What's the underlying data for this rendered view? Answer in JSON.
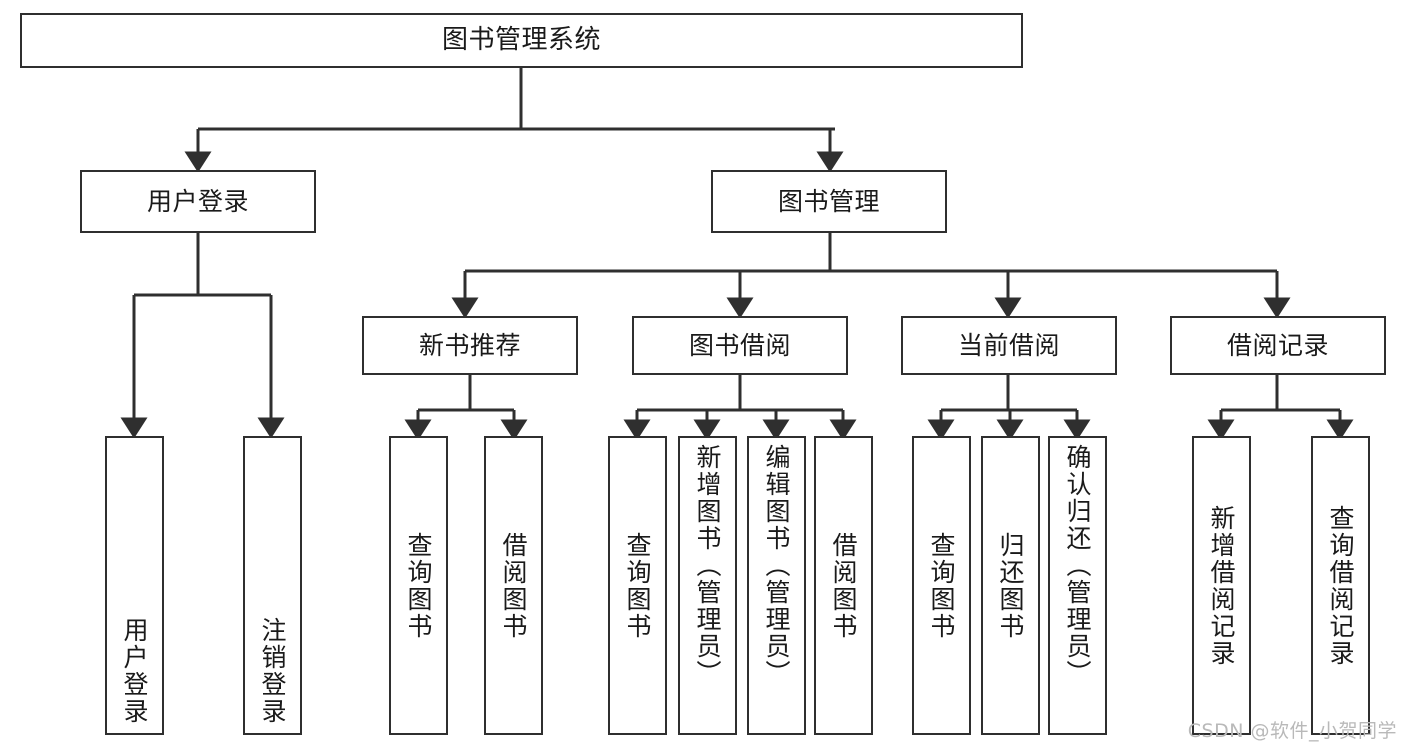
{
  "diagram": {
    "title": "图书管理系统",
    "type": "tree-hierarchy",
    "watermark": "CSDN @软件_小贺同学",
    "colors": {
      "stroke": "#2f2f2f",
      "fill": "#ffffff",
      "text": "#1a1a1a",
      "watermark": "#b9b9b9"
    },
    "root": {
      "label": "图书管理系统"
    },
    "level2": [
      {
        "label": "用户登录"
      },
      {
        "label": "图书管理"
      }
    ],
    "level3": [
      {
        "label": "新书推荐"
      },
      {
        "label": "图书借阅"
      },
      {
        "label": "当前借阅"
      },
      {
        "label": "借阅记录"
      }
    ],
    "leaves": {
      "user_login": [
        {
          "label": "用户登录"
        },
        {
          "label": "注销登录"
        }
      ],
      "new_book_recommend": [
        {
          "label": "查询图书"
        },
        {
          "label": "借阅图书"
        }
      ],
      "book_borrow": [
        {
          "label": "查询图书"
        },
        {
          "label": "新增图书（管理员）"
        },
        {
          "label": "编辑图书（管理员）"
        },
        {
          "label": "借阅图书"
        }
      ],
      "current_borrow": [
        {
          "label": "查询图书"
        },
        {
          "label": "归还图书"
        },
        {
          "label": "确认归还（管理员）"
        }
      ],
      "borrow_record": [
        {
          "label": "新增借阅记录"
        },
        {
          "label": "查询借阅记录"
        }
      ]
    }
  }
}
